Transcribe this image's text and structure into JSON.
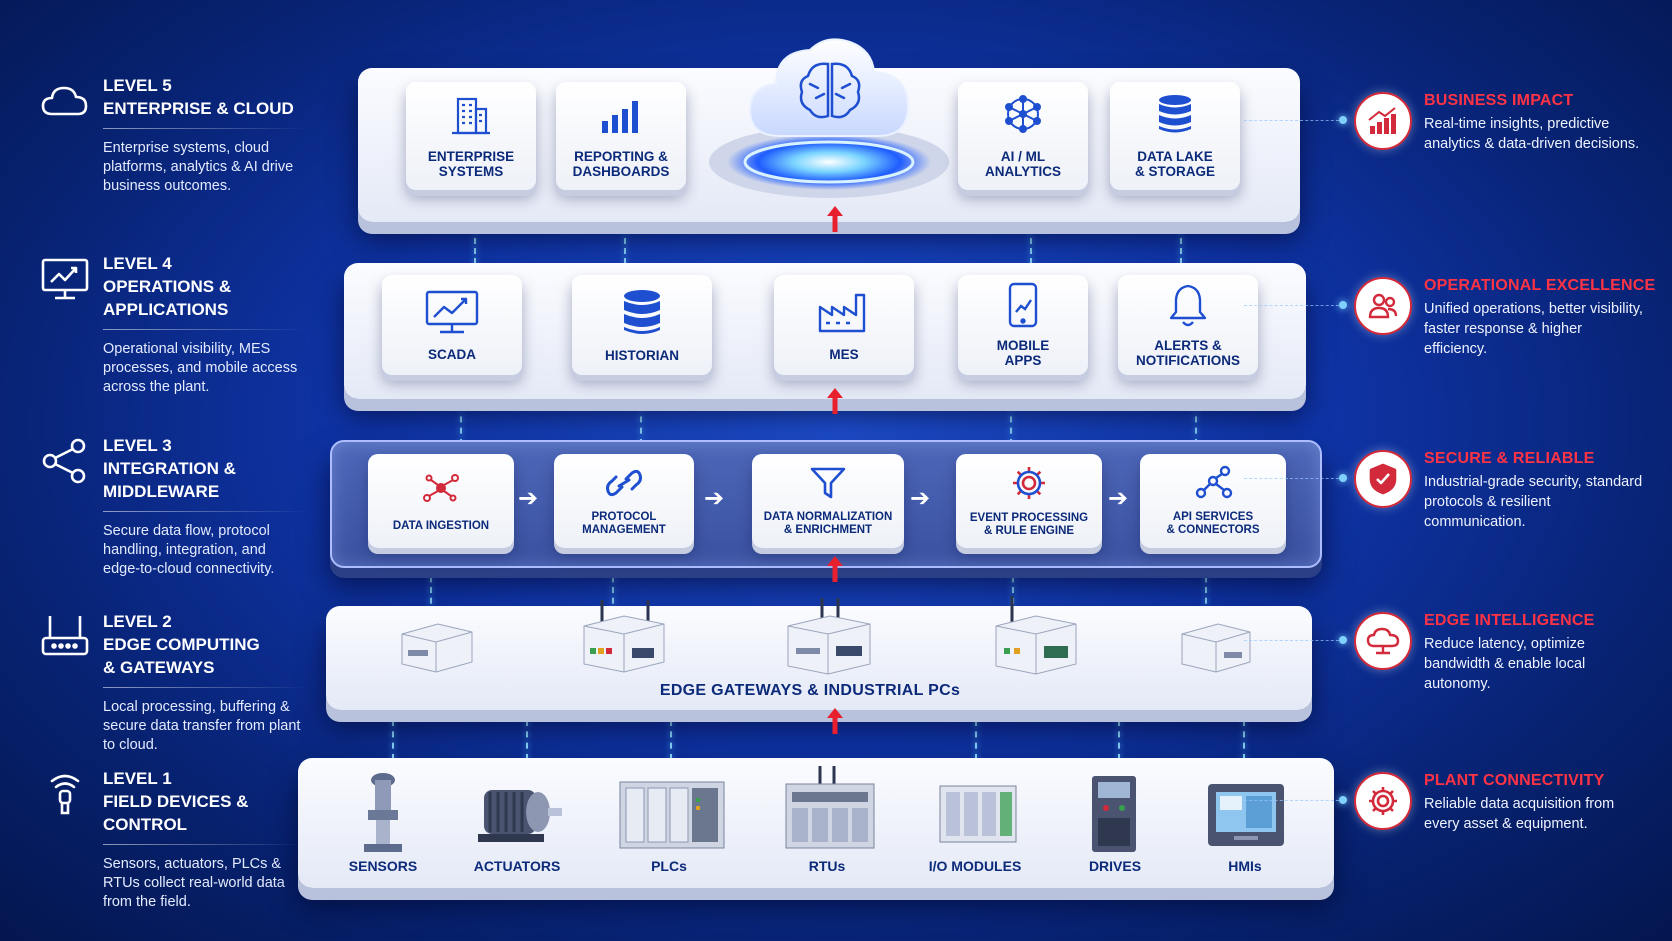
{
  "levels": [
    {
      "number": "LEVEL 5",
      "title_lines": [
        "ENTERPRISE & CLOUD"
      ],
      "description": "Enterprise systems, cloud platforms, analytics & AI drive business outcomes.",
      "icon": "cloud-icon"
    },
    {
      "number": "LEVEL 4",
      "title_lines": [
        "OPERATIONS &",
        "APPLICATIONS"
      ],
      "description": "Operational visibility, MES processes, and mobile access across the plant.",
      "icon": "monitor-chart-icon"
    },
    {
      "number": "LEVEL 3",
      "title_lines": [
        "INTEGRATION &",
        "MIDDLEWARE"
      ],
      "description": "Secure data flow, protocol handling, integration, and edge-to-cloud connectivity.",
      "icon": "share-nodes-icon"
    },
    {
      "number": "LEVEL 2",
      "title_lines": [
        "EDGE COMPUTING",
        "& GATEWAYS"
      ],
      "description": "Local processing, buffering & secure data transfer from plant to cloud.",
      "icon": "router-icon"
    },
    {
      "number": "LEVEL 1",
      "title_lines": [
        "FIELD DEVICES &",
        "CONTROL"
      ],
      "description": "Sensors, actuators, PLCs & RTUs collect real-world data from the field.",
      "icon": "sensor-wifi-icon"
    }
  ],
  "impacts": [
    {
      "title": "BUSINESS IMPACT",
      "description": "Real-time insights, predictive analytics & data-driven decisions.",
      "icon": "growth-chart-icon"
    },
    {
      "title": "OPERATIONAL EXCELLENCE",
      "description": "Unified operations, better visibility, faster response & higher efficiency.",
      "icon": "people-icon"
    },
    {
      "title": "SECURE & RELIABLE",
      "description": "Industrial-grade security, standard protocols & resilient communication.",
      "icon": "shield-check-icon"
    },
    {
      "title": "EDGE INTELLIGENCE",
      "description": "Reduce latency, optimize bandwidth & enable local autonomy.",
      "icon": "cloud-network-icon"
    },
    {
      "title": "PLANT CONNECTIVITY",
      "description": "Reliable data acquisition from every asset & equipment.",
      "icon": "gear-icon"
    }
  ],
  "level5_cards": [
    {
      "label": "ENTERPRISE\nSYSTEMS",
      "icon": "building-icon"
    },
    {
      "label": "REPORTING &\nDASHBOARDS",
      "icon": "bar-chart-icon"
    },
    {
      "label": "AI / ML\nANALYTICS",
      "icon": "neural-network-icon"
    },
    {
      "label": "DATA LAKE\n& STORAGE",
      "icon": "database-icon"
    }
  ],
  "level4_cards": [
    {
      "label": "SCADA",
      "icon": "monitor-trend-icon"
    },
    {
      "label": "HISTORIAN",
      "icon": "database-stack-icon"
    },
    {
      "label": "MES",
      "icon": "factory-icon"
    },
    {
      "label": "MOBILE\nAPPS",
      "icon": "smartphone-icon"
    },
    {
      "label": "ALERTS &\nNOTIFICATIONS",
      "icon": "bell-icon"
    }
  ],
  "level3_cards": [
    {
      "label": "DATA INGESTION",
      "icon": "data-nodes-icon"
    },
    {
      "label": "PROTOCOL\nMANAGEMENT",
      "icon": "link-icon"
    },
    {
      "label": "DATA NORMALIZATION\n& ENRICHMENT",
      "icon": "funnel-icon"
    },
    {
      "label": "EVENT PROCESSING\n& RULE ENGINE",
      "icon": "gear-icon"
    },
    {
      "label": "API SERVICES\n& CONNECTORS",
      "icon": "share-icon"
    }
  ],
  "level2_title": "EDGE GATEWAYS & INDUSTRIAL PCs",
  "level1_devices": [
    {
      "label": "SENSORS",
      "icon": "sensor-device-icon"
    },
    {
      "label": "ACTUATORS",
      "icon": "motor-icon"
    },
    {
      "label": "PLCs",
      "icon": "plc-icon"
    },
    {
      "label": "RTUs",
      "icon": "rtu-icon"
    },
    {
      "label": "I/O MODULES",
      "icon": "io-module-icon"
    },
    {
      "label": "DRIVES",
      "icon": "drive-icon"
    },
    {
      "label": "HMIs",
      "icon": "hmi-icon"
    }
  ],
  "colors": {
    "accent_red": "#ff3344",
    "navy_text": "#0c2a7a",
    "beam": "#8fdcff"
  }
}
